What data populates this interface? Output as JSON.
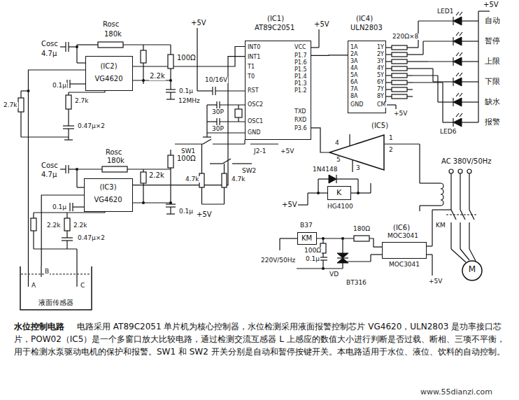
{
  "diagram": {
    "title": "水位控制电路",
    "caption": "电路采用 AT89C2051 单片机为核心控制器，水位检测采用液面报警控制芯片 VG4620，ULN2803 是功率接口芯片，POW02（IC5）是一个多窗口放大比较电路，通过检测交流互感器 L 上感应的数值大小进行判断是否过载、断相、三项不平衡，用于检测水泵驱动电机的保护和报警。SW1 和 SW2 开关分别是自动和暂停按键开关。本电路适用于水位、液位、饮料的自动控制。",
    "nodes": [
      {
        "text": [
          "(IC2)",
          "VG4620"
        ]
      },
      {
        "text": [
          "(IC1)",
          "AT89C2051"
        ]
      },
      {
        "text": [
          "(IC4)",
          "ULN2803"
        ]
      },
      {
        "text": [
          "(IC5)"
        ]
      },
      {
        "text": [
          "(IC3)",
          "VG4620"
        ]
      },
      {
        "text": [
          "K",
          "HG4100"
        ]
      },
      {
        "text": [
          "KM"
        ]
      },
      {
        "text": [
          "(IC6)",
          "MOC3041",
          "MOC3041"
        ]
      },
      {
        "text": [
          "M"
        ]
      },
      {
        "text": [
          "液面传感器"
        ]
      }
    ],
    "edges": [
      {
        "from": 9,
        "to": 0,
        "arrow": "none"
      },
      {
        "from": 9,
        "to": 4,
        "arrow": "none"
      },
      {
        "from": 0,
        "to": 1,
        "arrow": "none"
      },
      {
        "from": 4,
        "to": 1,
        "arrow": "none"
      },
      {
        "from": 1,
        "to": 2,
        "arrow": "none"
      },
      {
        "from": 1,
        "to": 3,
        "arrow": "none"
      },
      {
        "from": 6,
        "to": 7,
        "arrow": "none"
      }
    ],
    "labels": [
      "Rosc",
      "180k",
      "Cosc",
      "4.7μ",
      "100Ω",
      "2.2k",
      "0.1μ",
      "0.1μ",
      "2.7k",
      "2.7k",
      "0.47μ×2",
      "+5V",
      "10/16V",
      "12MHz",
      "30P",
      "30P",
      "+5V",
      "INT0",
      "INT1",
      "T1",
      "T0",
      "RST",
      "OSC2",
      "OSC1",
      "GND",
      "VCC",
      "P1.7",
      "P1.6",
      "P1.5",
      "P1.4",
      "P1.3",
      "P1.2",
      "TXD",
      "RXD",
      "P3.6",
      "1A",
      "2A",
      "3A",
      "4A",
      "5A",
      "6A",
      "7A",
      "8A",
      "1Y",
      "2Y",
      "3Y",
      "4Y",
      "5Y",
      "6Y",
      "7Y",
      "8Y",
      "GND",
      "CM",
      "+5V",
      "220Ω×8",
      "+5V",
      "LED1",
      "自动",
      "暂停",
      "上限",
      "下限",
      "缺水",
      "报警",
      "LED6",
      "4",
      "5",
      "3",
      "2",
      "1",
      "SW1",
      "J2-1",
      "+5V",
      "SW2",
      "Rosc",
      "180k",
      "Cosc",
      "4.7μ",
      "100Ω",
      "2.2k",
      "0.1μ",
      "0.1μ",
      "2.2k",
      "2.2k",
      "0.47μ×2",
      "4.7k",
      "4.7k",
      "+5V",
      "AC 380V/50Hz",
      "1N4148",
      "+5V",
      "B37",
      "180Ω",
      "220V/50Hz",
      "100Ω",
      "0.1μ",
      "VD",
      "BT316",
      "+5V",
      "KM",
      "A",
      "B",
      "C",
      "www.55dianzi.com"
    ]
  }
}
